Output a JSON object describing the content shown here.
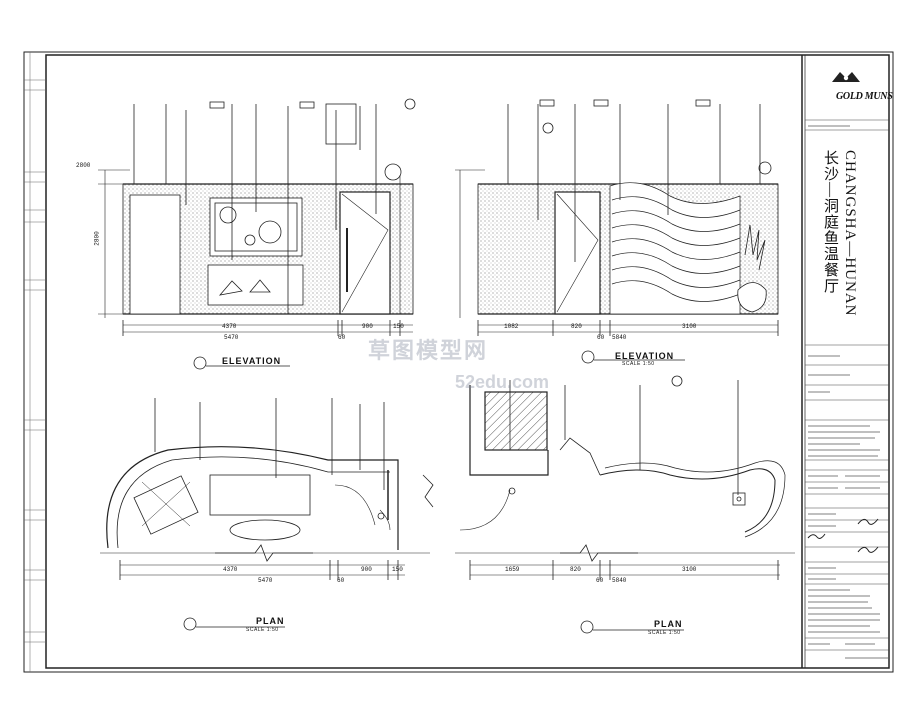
{
  "title_block": {
    "logo": "GOLD MUNS",
    "project_en": "CHANGSHA—HUNAN",
    "project_cn": "长沙—洞庭鱼温餐厅"
  },
  "views": {
    "elevation_left": {
      "title": "ELEVATION"
    },
    "elevation_right": {
      "title": "ELEVATION",
      "scale": "SCALE 1:50"
    },
    "plan_left": {
      "title": "PLAN",
      "scale": "SCALE 1:50"
    },
    "plan_right": {
      "title": "PLAN",
      "scale": "SCALE 1:50"
    }
  },
  "dimensions": {
    "elev_left_total": "5470",
    "elev_left_a": "4370",
    "elev_left_b": "60",
    "elev_left_c": "900",
    "elev_left_d": "150",
    "elev_left_height": "2800",
    "elev_left_top": "2800",
    "elev_right_a": "1082",
    "elev_right_b": "820",
    "elev_right_c": "60",
    "elev_right_d": "3100",
    "elev_right_total": "5840",
    "plan_left_total": "5470",
    "plan_left_a": "4370",
    "plan_left_b": "60",
    "plan_left_c": "900",
    "plan_left_d": "150",
    "plan_right_a": "1659",
    "plan_right_b": "820",
    "plan_right_c": "60",
    "plan_right_d": "5840",
    "plan_right_e": "3100"
  },
  "watermark": {
    "line1": "草图模型网",
    "line2": "52edu.com"
  },
  "colors": {
    "line": "#222222",
    "hatch": "#9a9a9a",
    "background": "#ffffff"
  }
}
